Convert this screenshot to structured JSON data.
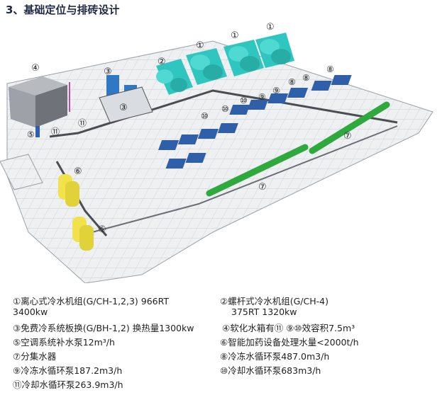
{
  "title": "3、基础定位与排砖设计",
  "markers": {
    "m1a": "①",
    "m1b": "①",
    "m1c": "①",
    "m2": "②",
    "m3": "③",
    "m4": "④",
    "m5": "⑤",
    "m6a": "⑥",
    "m6b": "⑥",
    "m7a": "⑦",
    "m7b": "⑦",
    "m8a": "⑧",
    "m8b": "⑧",
    "m8c": "⑧",
    "m9a": "⑨",
    "m9b": "⑨",
    "m10a": "⑩",
    "m10b": "⑩",
    "m10c": "⑩",
    "m11a": "⑪",
    "m11b": "⑪"
  },
  "legend": {
    "l1a": "①离心式冷水机组(G/CH-1,2,3)  966RT",
    "l1b": "3400kw",
    "l2a": "②螺杆式冷水机组(G/CH-4)",
    "l2b": "375RT  1320kw",
    "l3": "③免费冷系统板换(G/BH-1,2)  换热量1300kw",
    "l4": "④软化水箱有⑪ ⑨⑩效容积7.5m³",
    "l5": "⑤空调系统补水泵12m³/h",
    "l6": "⑥智能加药设备处理水量<2000t/h",
    "l7": "⑦分集水器",
    "l8": "⑧冷冻水循环泵487.0m3/h",
    "l9": "⑨冷冻水循环泵187.2m3/h",
    "l10": "⑩冷却水循环泵683m3/h",
    "l11": "⑪冷却水循环泵263.9m3/h"
  },
  "colors": {
    "floor": "#e9ecef",
    "grid": "#c9cdd2",
    "wall": "#4a4d52",
    "chiller": "#2fc6c0",
    "pump": "#2f5fa8",
    "header": "#2fa83e",
    "tank": "#f1e24b"
  }
}
